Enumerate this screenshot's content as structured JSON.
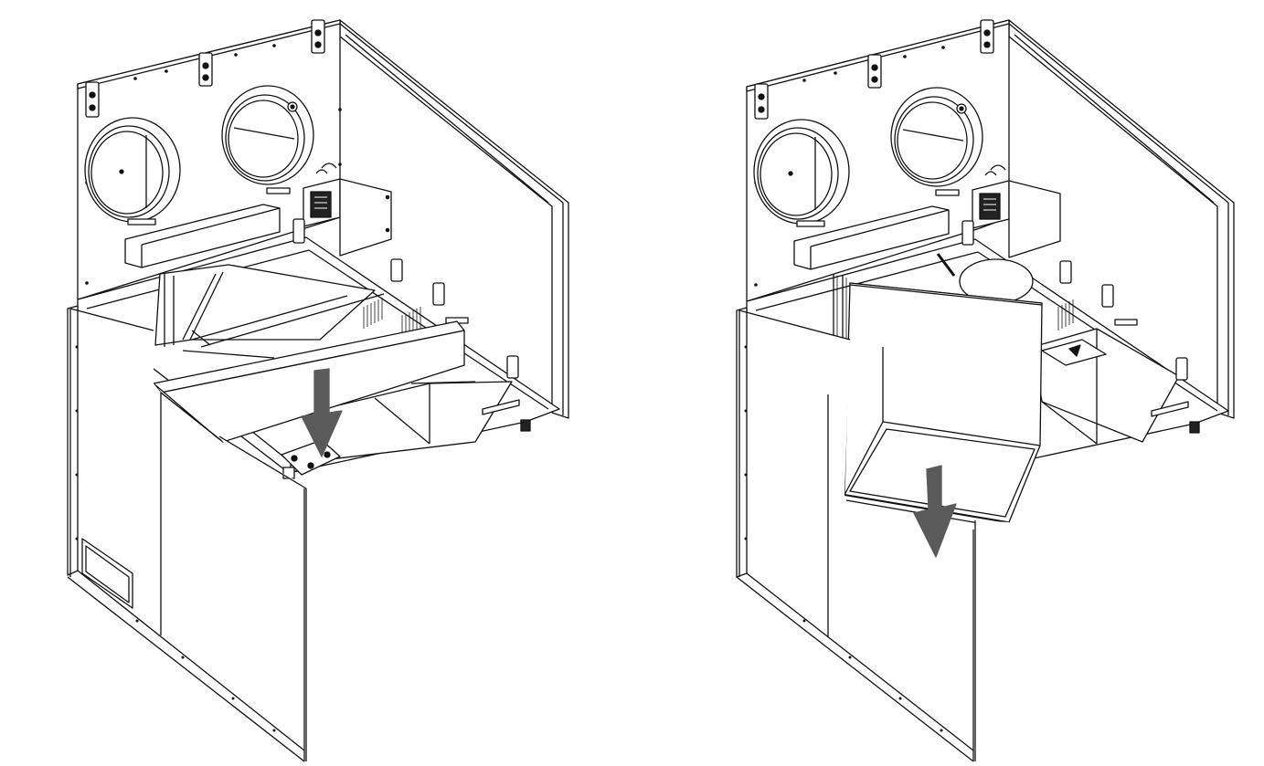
{
  "diagram": {
    "panels": [
      {
        "id": "step-1",
        "action": "filter-slide-out",
        "arrow_direction": "down"
      },
      {
        "id": "step-2",
        "action": "heat-exchanger-lower",
        "arrow_direction": "down"
      }
    ],
    "colors": {
      "line": "#111111",
      "fill": "#ffffff",
      "arrow": "#5a5a5a",
      "detail": "#444444"
    },
    "icons": [
      "duct-collar-icon",
      "hinge-bracket-icon",
      "warning-label-icon",
      "terminal-block-icon",
      "latch-icon",
      "arrow-down-icon"
    ]
  }
}
